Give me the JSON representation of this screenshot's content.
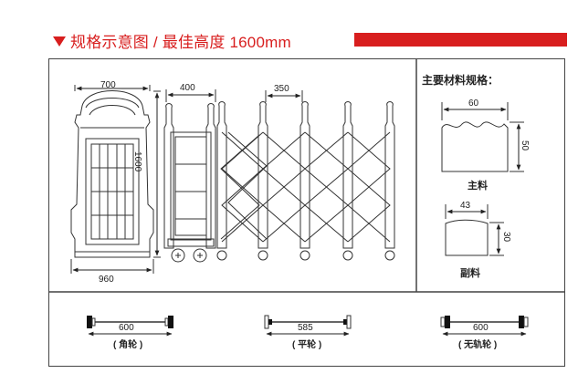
{
  "header": {
    "title": "规格示意图 / 最佳高度 1600mm",
    "accent_color": "#d81e1e"
  },
  "gate_diagram": {
    "width_top": "700",
    "height": "1600",
    "width_bottom": "960",
    "head_width": "400",
    "panel_width": "350"
  },
  "materials": {
    "heading": "主要材料规格：",
    "main": {
      "width": "60",
      "height": "50",
      "label": "主料"
    },
    "secondary": {
      "width": "43",
      "height": "30",
      "label": "副料"
    }
  },
  "wheels": [
    {
      "width": "600",
      "label": "( 角轮 )"
    },
    {
      "width": "585",
      "label": "( 平轮 )"
    },
    {
      "width": "600",
      "label": "( 无轨轮 )"
    }
  ]
}
